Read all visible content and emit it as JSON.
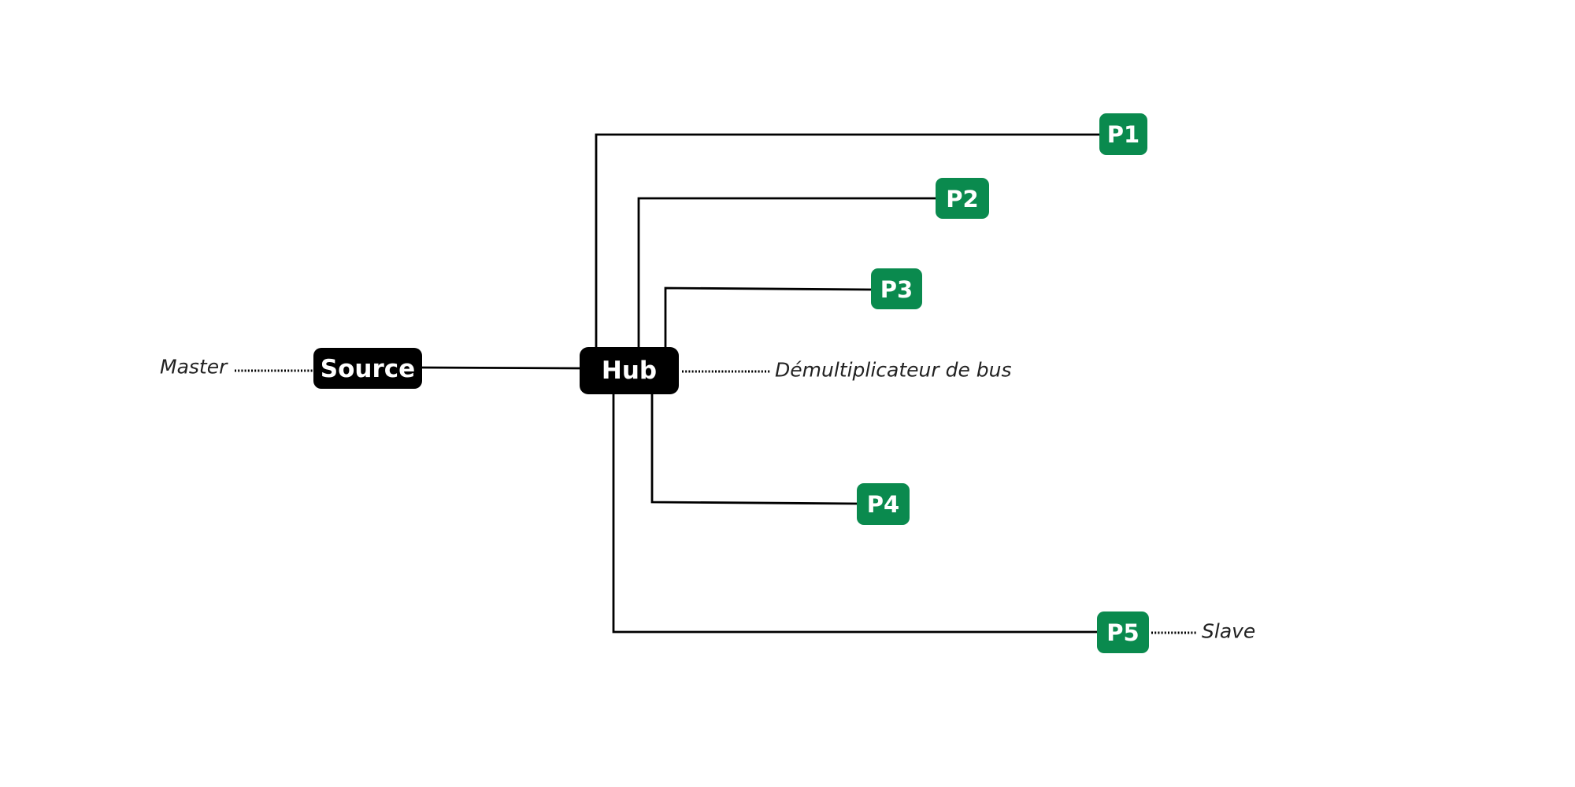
{
  "colors": {
    "background": "#ffffff",
    "dark_node": "#000000",
    "peripheral_node": "#0a8a4e",
    "node_text": "#ffffff",
    "annotation_text": "#222222",
    "line": "#000000"
  },
  "nodes": {
    "source": "Source",
    "hub": "Hub",
    "p1": "P1",
    "p2": "P2",
    "p3": "P3",
    "p4": "P4",
    "p5": "P5"
  },
  "annotations": {
    "master": "Master",
    "hub_label": "Démultiplicateur de bus",
    "slave": "Slave"
  },
  "connections": [
    {
      "from": "Source",
      "to": "Hub"
    },
    {
      "from": "Hub",
      "to": "P1"
    },
    {
      "from": "Hub",
      "to": "P2"
    },
    {
      "from": "Hub",
      "to": "P3"
    },
    {
      "from": "Hub",
      "to": "P4"
    },
    {
      "from": "Hub",
      "to": "P5"
    }
  ]
}
